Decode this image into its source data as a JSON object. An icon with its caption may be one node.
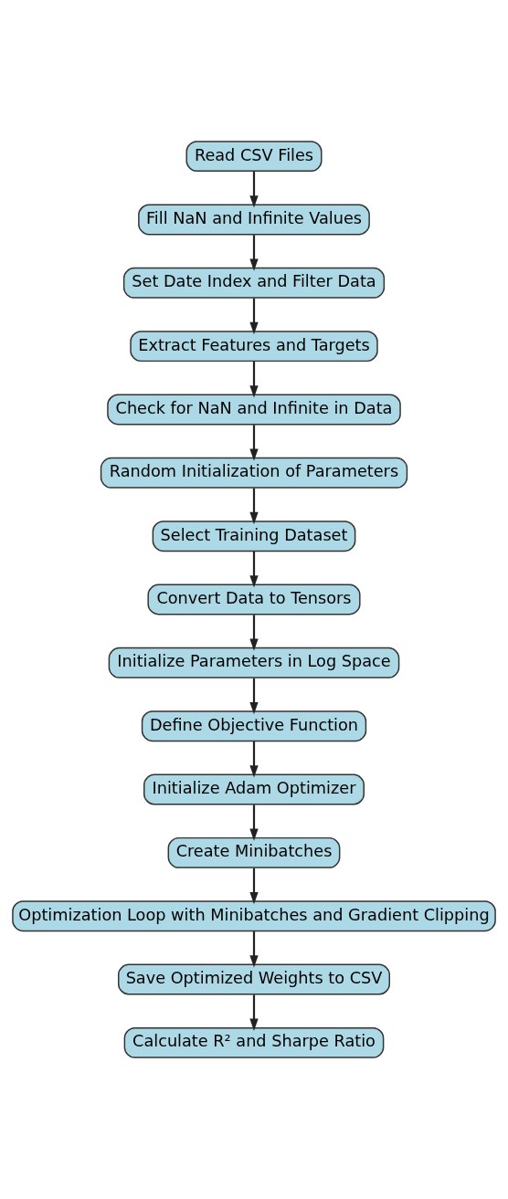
{
  "diagram": {
    "nodes": [
      {
        "text": [
          "Read CSV Files"
        ]
      },
      {
        "text": [
          "Fill NaN and Infinite Values"
        ]
      },
      {
        "text": [
          "Set Date Index and Filter Data"
        ]
      },
      {
        "text": [
          "Extract Features and Targets"
        ]
      },
      {
        "text": [
          "Check for NaN and Infinite in Data"
        ]
      },
      {
        "text": [
          "Random Initialization of Parameters"
        ]
      },
      {
        "text": [
          "Select Training Dataset"
        ]
      },
      {
        "text": [
          "Convert Data to Tensors"
        ]
      },
      {
        "text": [
          "Initialize Parameters in Log Space"
        ]
      },
      {
        "text": [
          "Define Objective Function"
        ]
      },
      {
        "text": [
          "Initialize Adam Optimizer"
        ]
      },
      {
        "text": [
          "Create Minibatches"
        ]
      },
      {
        "text": [
          "Optimization Loop with Minibatches and Gradient Clipping"
        ]
      },
      {
        "text": [
          "Save Optimized Weights to CSV"
        ]
      },
      {
        "text": [
          "Calculate R² and Sharpe Ratio"
        ]
      }
    ],
    "edges": [
      {
        "from": 0,
        "to": 1,
        "arrow": "to"
      },
      {
        "from": 1,
        "to": 2,
        "arrow": "to"
      },
      {
        "from": 2,
        "to": 3,
        "arrow": "to"
      },
      {
        "from": 3,
        "to": 4,
        "arrow": "to"
      },
      {
        "from": 4,
        "to": 5,
        "arrow": "to"
      },
      {
        "from": 5,
        "to": 6,
        "arrow": "to"
      },
      {
        "from": 6,
        "to": 7,
        "arrow": "to"
      },
      {
        "from": 7,
        "to": 8,
        "arrow": "to"
      },
      {
        "from": 8,
        "to": 9,
        "arrow": "to"
      },
      {
        "from": 9,
        "to": 10,
        "arrow": "to"
      },
      {
        "from": 10,
        "to": 11,
        "arrow": "to"
      },
      {
        "from": 11,
        "to": 12,
        "arrow": "to"
      },
      {
        "from": 12,
        "to": 13,
        "arrow": "to"
      },
      {
        "from": 13,
        "to": 14,
        "arrow": "to"
      }
    ]
  }
}
